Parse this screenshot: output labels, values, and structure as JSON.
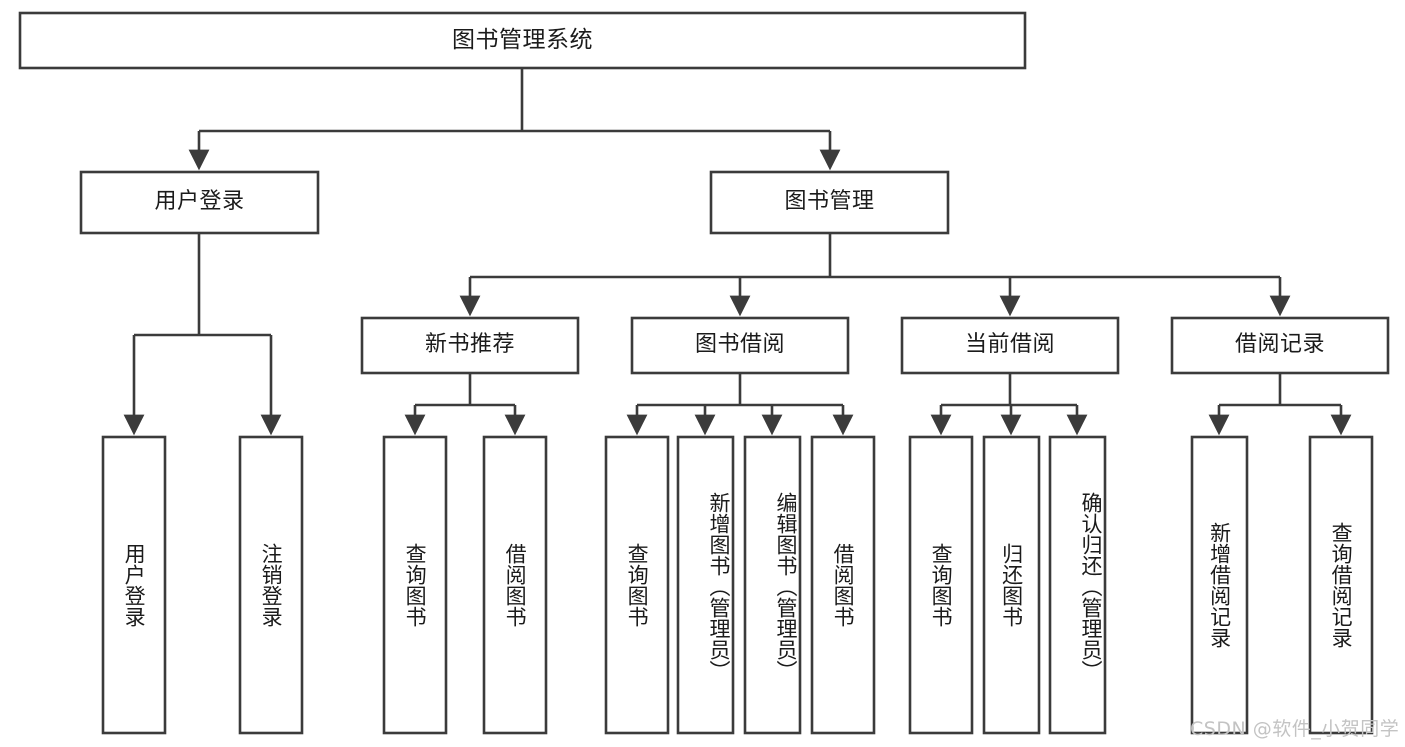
{
  "diagram": {
    "title": "图书管理系统",
    "type": "tree-hierarchy-chart",
    "root": {
      "label": "图书管理系统"
    },
    "level1": [
      {
        "label": "用户登录"
      },
      {
        "label": "图书管理"
      }
    ],
    "level2": [
      {
        "label": "新书推荐"
      },
      {
        "label": "图书借阅"
      },
      {
        "label": "当前借阅"
      },
      {
        "label": "借阅记录"
      }
    ],
    "leaves": [
      {
        "label": "用户登录",
        "parent": "用户登录"
      },
      {
        "label": "注销登录",
        "parent": "用户登录"
      },
      {
        "label": "查询图书",
        "parent": "新书推荐"
      },
      {
        "label": "借阅图书",
        "parent": "新书推荐"
      },
      {
        "label": "查询图书",
        "parent": "图书借阅"
      },
      {
        "label": "新增图书（管理员）",
        "parent": "图书借阅"
      },
      {
        "label": "编辑图书（管理员）",
        "parent": "图书借阅"
      },
      {
        "label": "借阅图书",
        "parent": "图书借阅"
      },
      {
        "label": "查询图书",
        "parent": "当前借阅"
      },
      {
        "label": "归还图书",
        "parent": "当前借阅"
      },
      {
        "label": "确认归还（管理员）",
        "parent": "当前借阅"
      },
      {
        "label": "新增借阅记录",
        "parent": "借阅记录"
      },
      {
        "label": "查询借阅记录",
        "parent": "借阅记录"
      }
    ],
    "watermark": "CSDN @软件_小贺同学",
    "colors": {
      "box_fill": "#ffffff",
      "box_stroke": "#3b3b3b",
      "text": "#1b1b1b",
      "watermark": "#c3c3c3",
      "background": "#ffffff"
    }
  }
}
